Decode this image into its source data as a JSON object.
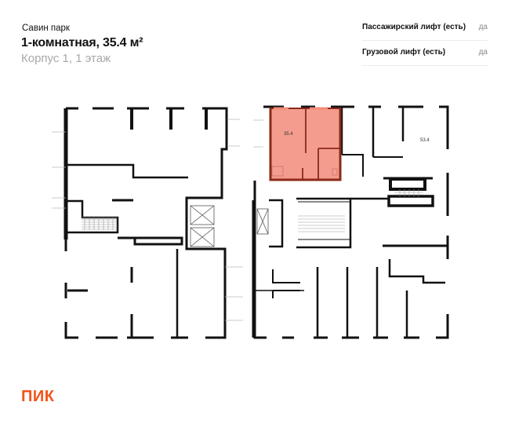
{
  "header": {
    "project": "Савин парк",
    "title": "1-комнатная, 35.4 м²",
    "subtitle": "Корпус 1, 1 этаж"
  },
  "properties": [
    {
      "label": "Пассажирский лифт (есть)",
      "value": "да"
    },
    {
      "label": "Грузовой лифт (есть)",
      "value": "да"
    }
  ],
  "floor_plan": {
    "selected_apartment": {
      "area_label": "35.4",
      "highlight_color": "#f28c7a",
      "wall_color": "#8b2a1a"
    },
    "other_apartment": {
      "area_label": "53.4"
    },
    "wall_color": "#111111"
  },
  "footer": {
    "logo": "ПИК",
    "logo_color": "#f2541b"
  }
}
